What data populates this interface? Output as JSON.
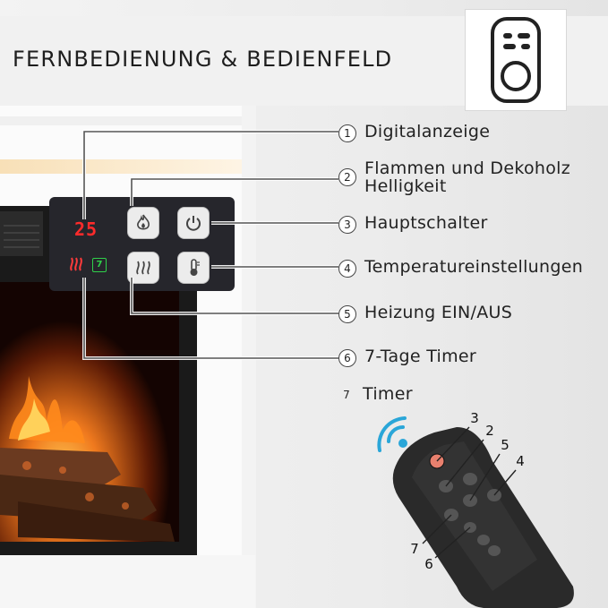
{
  "header": {
    "title": "FERNBEDIENUNG & BEDIENFELD",
    "remote_icon": "remote-control-icon"
  },
  "control_panel": {
    "display_value": "25",
    "timer_glyph": "7",
    "icons": [
      "flame-icon",
      "power-icon",
      "heat-waves-icon",
      "thermometer-icon",
      "heater-icon",
      "timer-icon"
    ]
  },
  "labels": [
    {
      "num": "1",
      "text": "Digitalanzeige"
    },
    {
      "num": "2",
      "text": "Flammen und Dekoholz",
      "text2": "Helligkeit"
    },
    {
      "num": "3",
      "text": "Hauptschalter"
    },
    {
      "num": "4",
      "text": "Temperatureinstellungen"
    },
    {
      "num": "5",
      "text": "Heizung EIN/AUS"
    },
    {
      "num": "6",
      "text": "7-Tage Timer"
    },
    {
      "num": "7",
      "text": "Timer"
    }
  ],
  "remote_callouts": [
    "3",
    "2",
    "5",
    "4",
    "7",
    "6"
  ],
  "colors": {
    "display_red": "#ff2b2b",
    "timer_green": "#2fd14a",
    "panel_dark": "#26262c",
    "remote_body": "#2a2a2a",
    "signal_blue": "#2aa6d8",
    "power_button": "#e8806e"
  }
}
